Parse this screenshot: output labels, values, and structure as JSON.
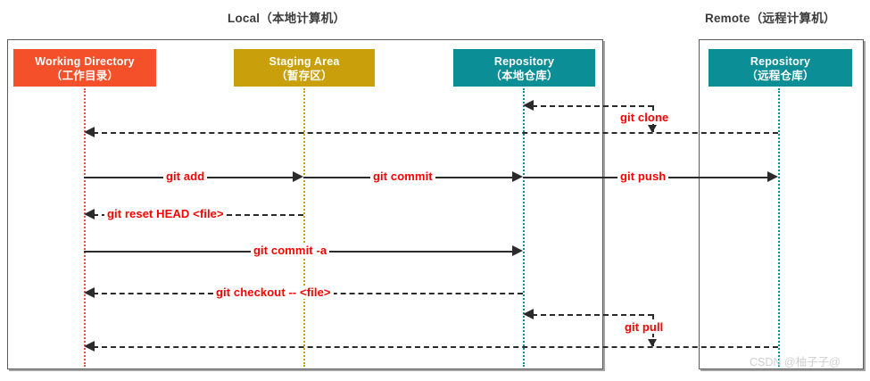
{
  "diagram": {
    "title_local": "Local（本地计算机）",
    "title_remote": "Remote（远程计算机）",
    "watermark": "CSDN @柚子子@",
    "colors": {
      "working_directory": "#F4502A",
      "staging_area": "#C9A00C",
      "repository": "#0C8E96",
      "command_text": "#FF0000",
      "line": "#2B2B2B",
      "frame": "#5A5A5A"
    }
  },
  "actors": [
    {
      "id": "working-directory",
      "name_en": "Working Directory",
      "name_zh": "（工作目录）",
      "color": "#F4502A"
    },
    {
      "id": "staging-area",
      "name_en": "Staging Area",
      "name_zh": "（暂存区）",
      "color": "#C9A00C"
    },
    {
      "id": "local-repository",
      "name_en": "Repository",
      "name_zh": "（本地仓库）",
      "color": "#0C8E96"
    },
    {
      "id": "remote-repository",
      "name_en": "Repository",
      "name_zh": "（远程仓库）",
      "color": "#0C8E96"
    }
  ],
  "messages": [
    {
      "id": "git-clone",
      "label": "git clone",
      "from": "remote-repository",
      "to": "local-repository",
      "style": "dashed"
    },
    {
      "id": "git-clone-wd",
      "label": "",
      "from": "remote-repository",
      "to": "working-directory",
      "style": "dashed"
    },
    {
      "id": "git-add",
      "label": "git add",
      "from": "working-directory",
      "to": "staging-area",
      "style": "solid"
    },
    {
      "id": "git-commit",
      "label": "git commit",
      "from": "staging-area",
      "to": "local-repository",
      "style": "solid"
    },
    {
      "id": "git-push",
      "label": "git push",
      "from": "local-repository",
      "to": "remote-repository",
      "style": "solid"
    },
    {
      "id": "git-reset",
      "label": "git reset HEAD <file>",
      "from": "staging-area",
      "to": "working-directory",
      "style": "dashed"
    },
    {
      "id": "git-commit-a",
      "label": "git commit -a",
      "from": "working-directory",
      "to": "local-repository",
      "style": "solid"
    },
    {
      "id": "git-checkout",
      "label": "git checkout -- <file>",
      "from": "local-repository",
      "to": "working-directory",
      "style": "dashed"
    },
    {
      "id": "git-pull",
      "label": "git pull",
      "from": "remote-repository",
      "to": "local-repository",
      "style": "dashed"
    },
    {
      "id": "git-pull-wd",
      "label": "",
      "from": "remote-repository",
      "to": "working-directory",
      "style": "dashed"
    }
  ]
}
